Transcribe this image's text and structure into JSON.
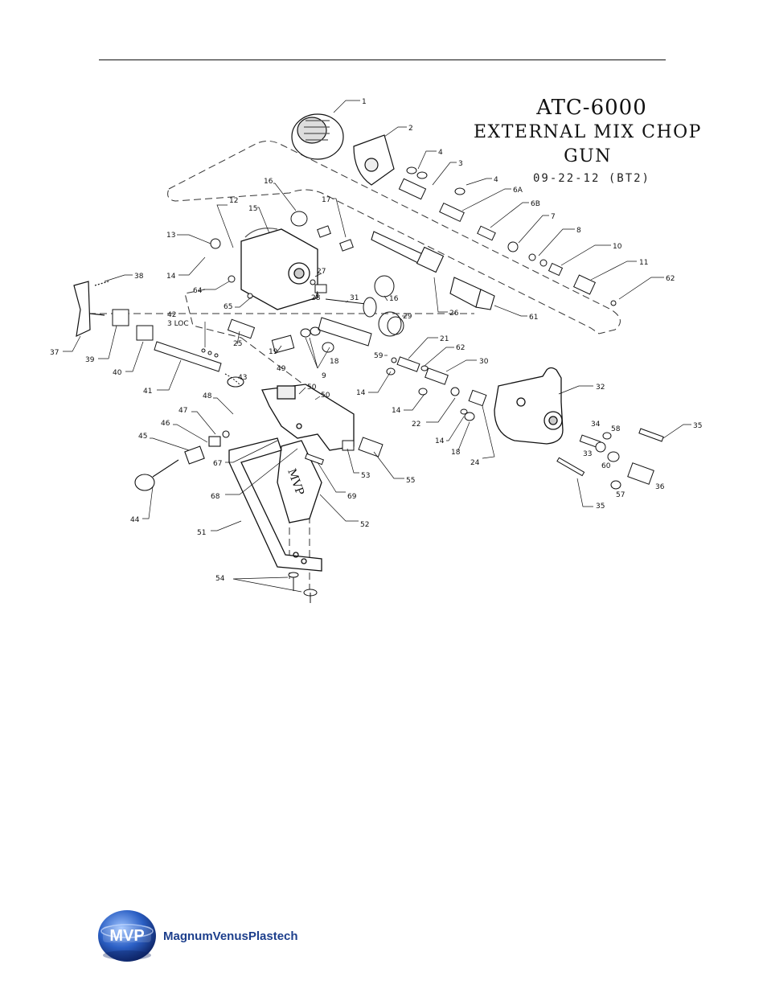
{
  "title": {
    "model": "ATC-6000",
    "name": "EXTERNAL MIX CHOP GUN",
    "revision": "09-22-12 (BT2)"
  },
  "diagram": {
    "part_labels": [
      "1",
      "2",
      "3",
      "4",
      "4",
      "6A",
      "6B",
      "7",
      "8",
      "10",
      "11",
      "62",
      "12",
      "13",
      "14",
      "15",
      "16",
      "17",
      "64",
      "65",
      "27",
      "28",
      "31",
      "16",
      "26",
      "61",
      "29",
      "38",
      "37",
      "39",
      "40",
      "41",
      "42",
      "3 LOC",
      "43",
      "25",
      "19",
      "9",
      "18",
      "59",
      "21",
      "62",
      "30",
      "14",
      "49",
      "50",
      "50",
      "47",
      "48",
      "46",
      "45",
      "44",
      "67",
      "68",
      "69",
      "53",
      "55",
      "52",
      "51",
      "54",
      "14",
      "22",
      "18",
      "14",
      "24",
      "32",
      "34",
      "58",
      "33",
      "60",
      "36",
      "57",
      "35",
      "35"
    ],
    "monogram": "MVP"
  },
  "footer": {
    "logo_monogram": "MVP",
    "brand": "MagnumVenusPlastech",
    "brand_color": "#1d3f8c"
  }
}
